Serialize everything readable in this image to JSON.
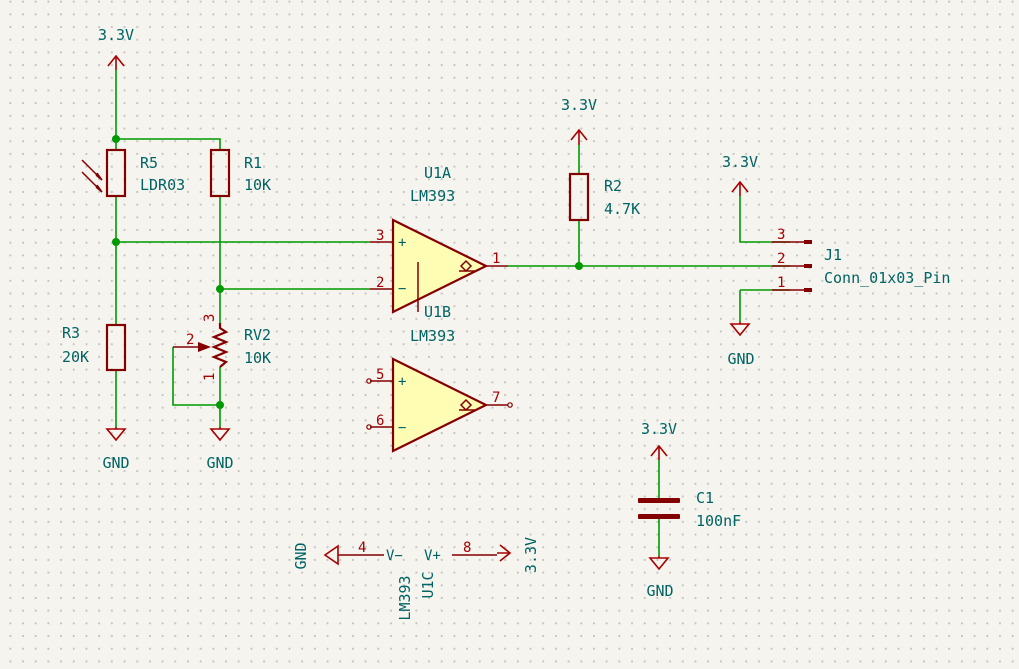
{
  "power_labels": {
    "vcc_r5": "3.3V",
    "vcc_r2": "3.3V",
    "vcc_j1": "3.3V",
    "vcc_c1": "3.3V",
    "vcc_u1c": "3.3V",
    "gnd_r3": "GND",
    "gnd_rv2": "GND",
    "gnd_j1": "GND",
    "gnd_c1": "GND",
    "gnd_u1c": "GND"
  },
  "components": {
    "r5": {
      "ref": "R5",
      "value": "LDR03"
    },
    "r1": {
      "ref": "R1",
      "value": "10K"
    },
    "r3": {
      "ref": "R3",
      "value": "20K"
    },
    "rv2": {
      "ref": "RV2",
      "value": "10K",
      "pins": [
        "1",
        "2",
        "3"
      ]
    },
    "u1a": {
      "ref": "U1A",
      "value": "LM393",
      "pins": [
        "3",
        "2",
        "1"
      ],
      "plus": "+",
      "minus": "−"
    },
    "u1b": {
      "ref": "U1B",
      "value": "LM393",
      "pins": [
        "5",
        "6",
        "7"
      ],
      "plus": "+",
      "minus": "−"
    },
    "u1c": {
      "ref": "U1C",
      "value": "LM393",
      "pin_left": "4",
      "pin_right": "8",
      "vminus": "V−",
      "vplus": "V+"
    },
    "r2": {
      "ref": "R2",
      "value": "4.7K"
    },
    "j1": {
      "ref": "J1",
      "value": "Conn_01x03_Pin",
      "pins": [
        "3",
        "2",
        "1"
      ]
    },
    "c1": {
      "ref": "C1",
      "value": "100nF"
    }
  },
  "colors": {
    "background": "#f5f4ef",
    "wire": "#009900",
    "symbol_outline": "#840000",
    "symbol_fill": "#fffcb4",
    "label_text": "#006464",
    "pin_number": "#a90000"
  }
}
